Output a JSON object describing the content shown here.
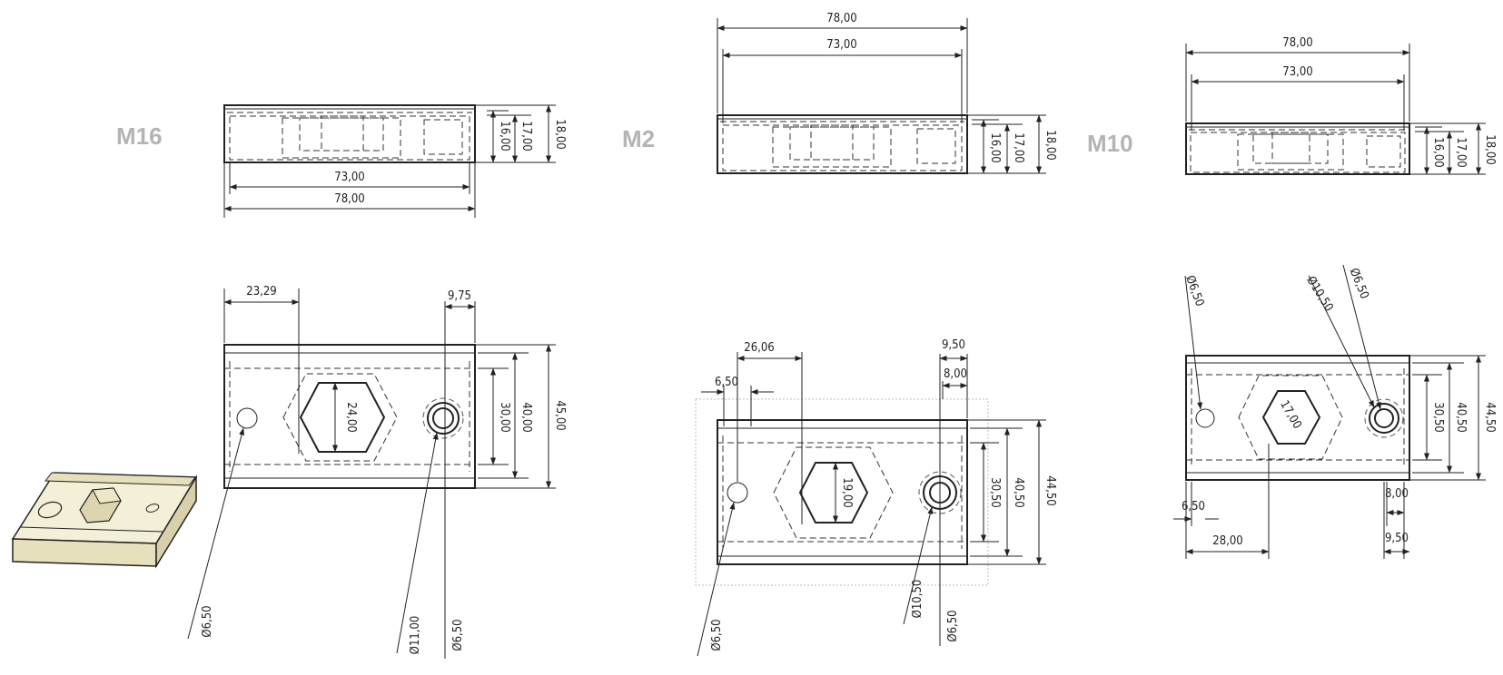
{
  "variants": [
    {
      "name": "M16",
      "side": {
        "outer": "78,00",
        "inner": "73,00",
        "h1": "16,00",
        "h2": "17,00",
        "h3": "18,00"
      },
      "top": {
        "offset": "23,29",
        "edge": "9,75",
        "hex": "24,00",
        "v1": "30,00",
        "v2": "40,00",
        "v3": "45,00",
        "hole_small": "Ø6,50",
        "hole_counter": "Ø11,00",
        "hole_through": "Ø6,50"
      }
    },
    {
      "name": "M2",
      "side": {
        "outer": "78,00",
        "inner": "73,00",
        "h1": "16,00",
        "h2": "17,00",
        "h3": "18,00"
      },
      "top": {
        "offset": "26,06",
        "small": "6,50",
        "edge_outer": "9,50",
        "edge_inner": "8,00",
        "hex": "19,00",
        "v1": "30,50",
        "v2": "40,50",
        "v3": "44,50",
        "hole_small": "Ø6,50",
        "hole_counter": "Ø10,50",
        "hole_through": "Ø6,50"
      }
    },
    {
      "name": "M10",
      "side": {
        "outer": "78,00",
        "inner": "73,00",
        "h1": "16,00",
        "h2": "17,00",
        "h3": "18,00"
      },
      "top": {
        "hole_small": "Ø6,50",
        "hole_counter": "Ø10,50",
        "hole_through": "Ø6,50",
        "hex": "17,00",
        "v1": "30,50",
        "v2": "40,50",
        "v3": "44,50",
        "small": "6,50",
        "offset": "28,00",
        "edge_inner": "8,00",
        "edge_outer": "9,50"
      }
    }
  ]
}
